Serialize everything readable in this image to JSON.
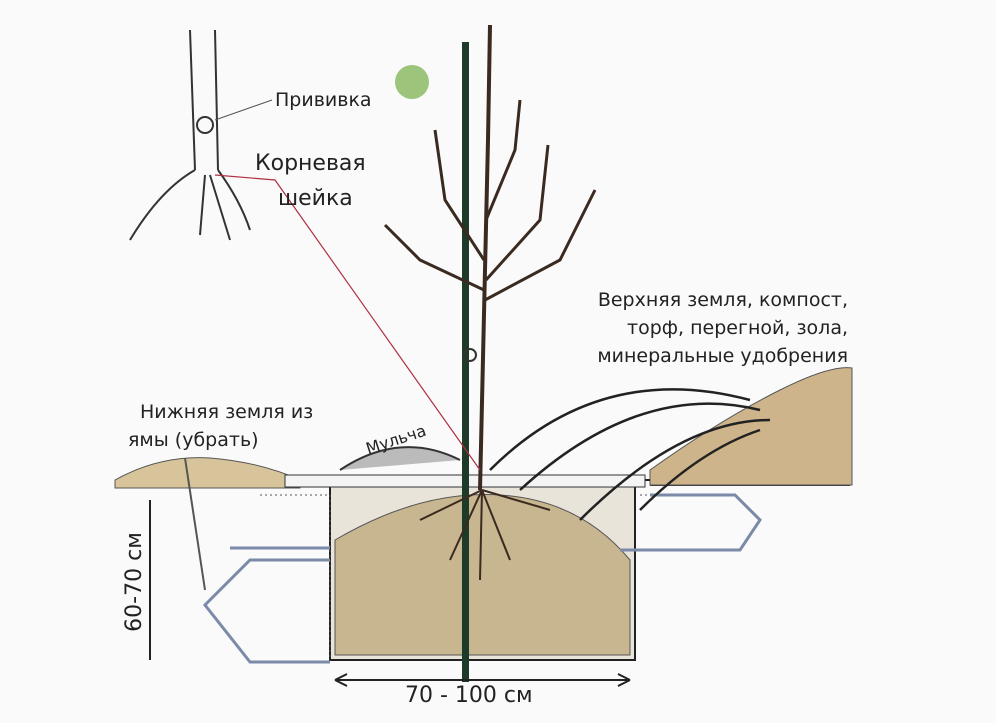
{
  "labels": {
    "graft": "Прививка",
    "root_collar_line1": "Корневая",
    "root_collar_line2": "шейка",
    "top_soil_line1": "Верхняя земля, компост,",
    "top_soil_line2": "торф, перегной, зола,",
    "top_soil_line3": "минеральные удобрения",
    "bottom_soil_line1": "Нижняя земля из",
    "bottom_soil_line2": "ямы (убрать)",
    "mulch": "Мульча",
    "depth": "60-70 см",
    "width": "70 - 100 см"
  },
  "colors": {
    "accent_line": "#b03040",
    "soil": "#c9b48a",
    "pit_outline": "#7a8aa8"
  }
}
